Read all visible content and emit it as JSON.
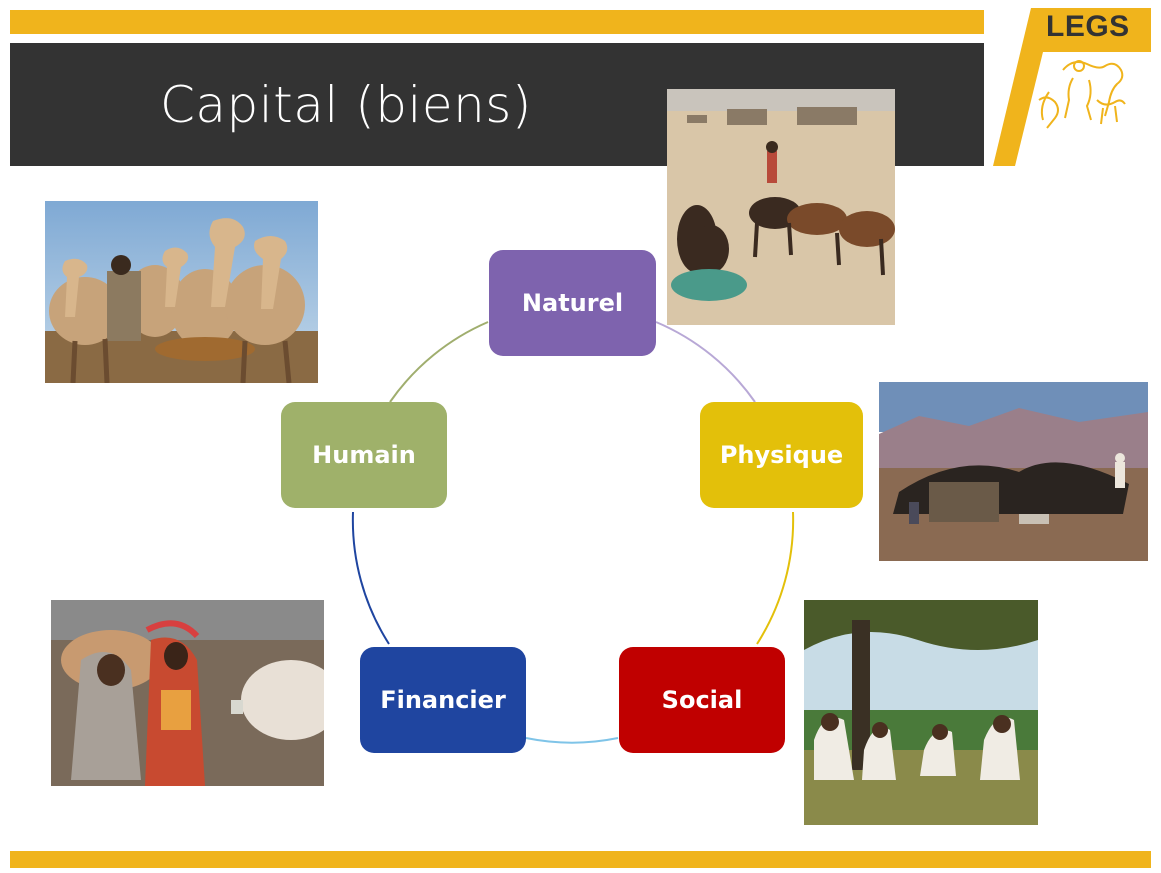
{
  "slide": {
    "title": "Capital (biens)",
    "logo_text": "LEGS"
  },
  "cycle": {
    "nodes": [
      {
        "label": "Naturel",
        "color": "#7e63ae"
      },
      {
        "label": "Physique",
        "color": "#e3c00a"
      },
      {
        "label": "Social",
        "color": "#c00000"
      },
      {
        "label": "Financier",
        "color": "#1f45a0"
      },
      {
        "label": "Humain",
        "color": "#9fb16a"
      }
    ]
  },
  "colors": {
    "accent_yellow": "#f0b41c",
    "title_bar": "#333333"
  },
  "photos": [
    {
      "name": "camels-watering-photo"
    },
    {
      "name": "goats-desert-photo"
    },
    {
      "name": "tent-mountains-photo"
    },
    {
      "name": "women-cattle-market-photo"
    },
    {
      "name": "men-under-tree-photo"
    }
  ]
}
